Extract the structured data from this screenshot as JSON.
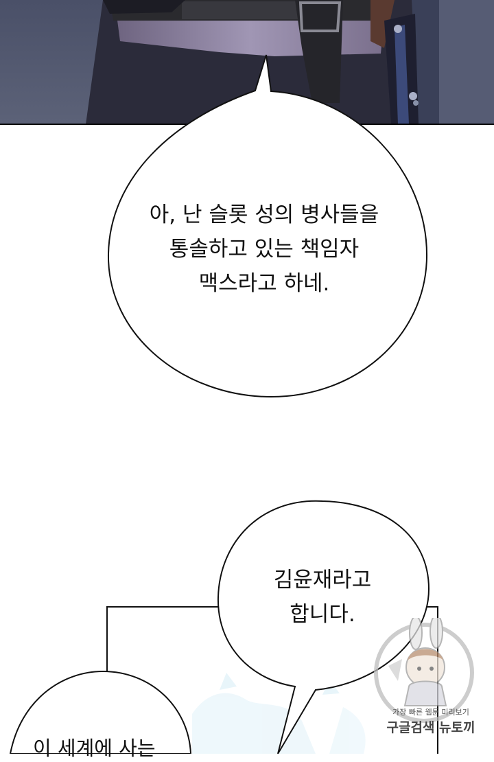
{
  "bubbles": {
    "first": {
      "lines": [
        "아, 난 슬롯 성의 병사들을",
        "통솔하고 있는 책임자",
        "맥스라고 하네."
      ]
    },
    "second": {
      "lines": [
        "김윤재라고",
        "합니다."
      ]
    },
    "third": {
      "lines": [
        "이 세계에 사는"
      ]
    }
  },
  "watermark": {
    "line1": "가장 빠른 웹툰 미리보기",
    "line2": "구글검색 뉴토끼"
  },
  "colors": {
    "panel_bg": "#3a3f55",
    "armor_dark": "#262636",
    "belt": "#2c2c30",
    "cloth_light": "#8e82a0",
    "bubble_stroke": "#111111"
  }
}
